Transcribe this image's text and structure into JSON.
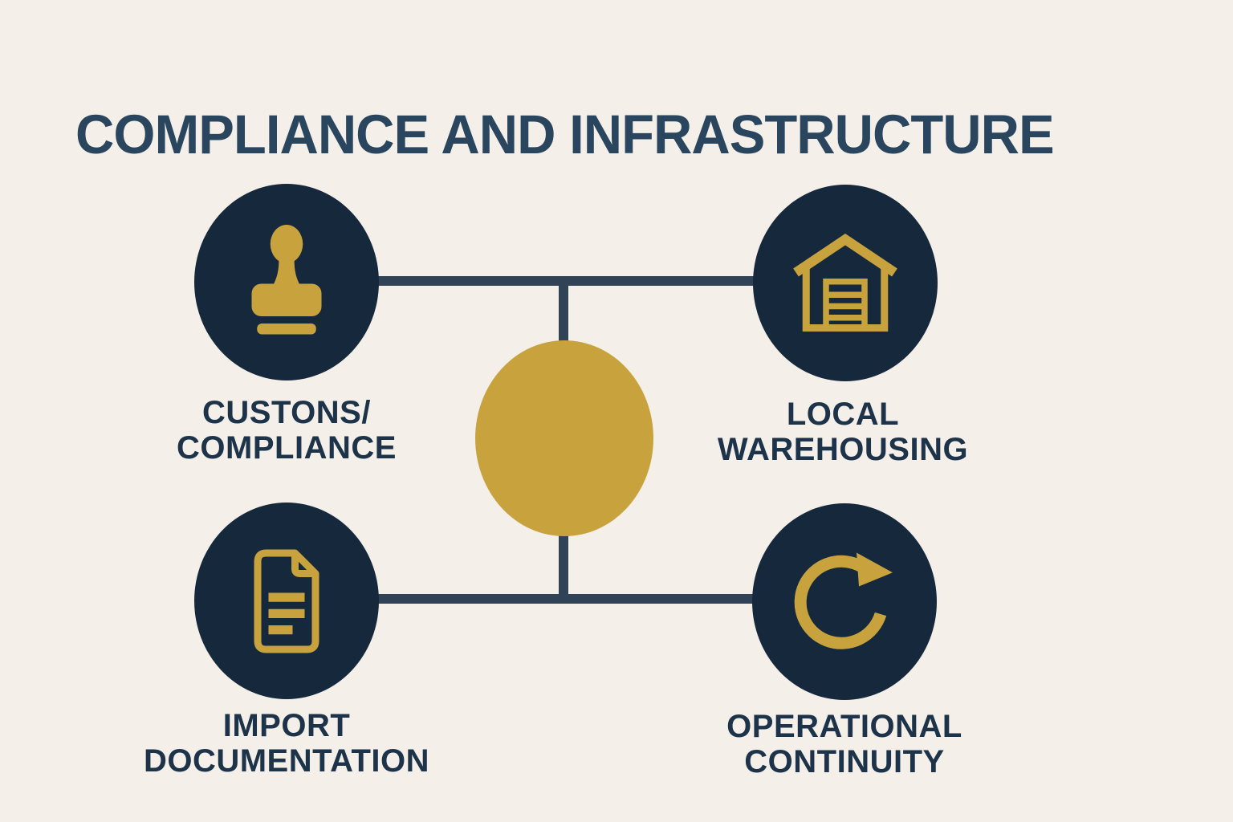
{
  "title": "COMPLIANCE AND INFRASTRUCTURE",
  "colors": {
    "background": "#f4efe9",
    "navy_circle": "#16293c",
    "connector": "#2f4256",
    "gold_accent": "#c8a33d",
    "title_text": "#2a465f",
    "label_text": "#1d3349"
  },
  "hub": {
    "shape": "circle",
    "color": "#c8a33d"
  },
  "nodes": [
    {
      "id": "customs",
      "icon": "stamp-icon",
      "label_line1": "CUSTONS/",
      "label_line2": "COMPLIANCE"
    },
    {
      "id": "warehousing",
      "icon": "warehouse-icon",
      "label_line1": "LOCAL",
      "label_line2": "WAREHOUSING"
    },
    {
      "id": "import",
      "icon": "document-icon",
      "label_line1": "IMPORT",
      "label_line2": "DOCUMENTATION"
    },
    {
      "id": "operational",
      "icon": "refresh-icon",
      "label_line1": "OPERATIONAL",
      "label_line2": "CONTINUITY"
    }
  ]
}
